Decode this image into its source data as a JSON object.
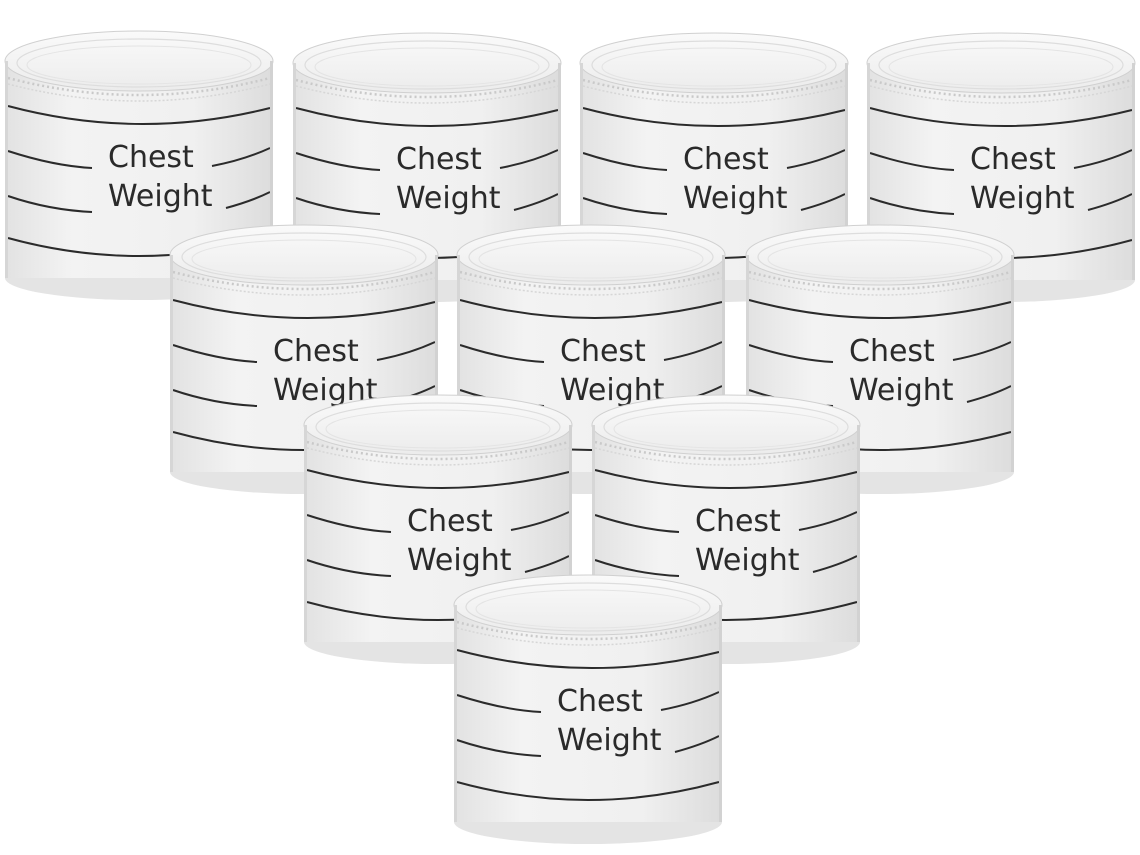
{
  "label": {
    "line1": "Chest",
    "line2": "Weight"
  },
  "rolls": [
    {
      "id": "roll-1",
      "row": "back"
    },
    {
      "id": "roll-2",
      "row": "back"
    },
    {
      "id": "roll-3",
      "row": "back"
    },
    {
      "id": "roll-4",
      "row": "back"
    },
    {
      "id": "roll-5",
      "row": "second"
    },
    {
      "id": "roll-6",
      "row": "second"
    },
    {
      "id": "roll-7",
      "row": "second"
    },
    {
      "id": "roll-8",
      "row": "third"
    },
    {
      "id": "roll-9",
      "row": "third"
    },
    {
      "id": "roll-10",
      "row": "front"
    }
  ],
  "colors": {
    "background": "#ffffff",
    "tape": "#ededed",
    "tape_top": "#f6f6f6",
    "ring": "#d8d8d8",
    "line": "#2b2b2b",
    "text": "#2a2a2a"
  }
}
